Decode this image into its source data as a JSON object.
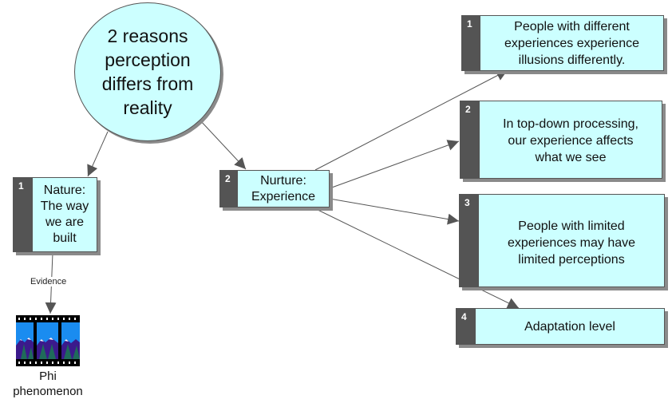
{
  "diagram": {
    "root": {
      "text": "2 reasons\nperception\ndiffers from\nreality"
    },
    "level1": [
      {
        "number": "1",
        "text": "Nature:\nThe way\nwe are\nbuilt"
      },
      {
        "number": "2",
        "text": "Nurture:\nExperience"
      }
    ],
    "nurture_children": [
      {
        "number": "1",
        "text": "People with different\nexperiences experience\nillusions differently."
      },
      {
        "number": "2",
        "text": "In top-down processing,\nour experience affects\nwhat we see"
      },
      {
        "number": "3",
        "text": "People with limited\nexperiences may have\nlimited perceptions"
      },
      {
        "number": "4",
        "text": "Adaptation level"
      }
    ],
    "evidence": {
      "edge_label": "Evidence",
      "image_icon": "film-strip-mountains-icon",
      "caption": "Phi\nphenomenon"
    },
    "colors": {
      "node_fill": "#ccffff",
      "number_strip": "#545454",
      "shadow": "#8a8a8a",
      "edge": "#555555"
    }
  }
}
